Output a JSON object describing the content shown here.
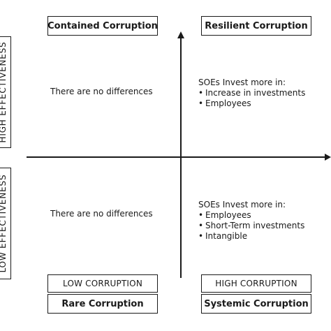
{
  "quadrants": {
    "top_left": {
      "title": "Contained Corruption",
      "text": "There are no differences"
    },
    "top_right": {
      "title": "Resilient Corruption",
      "heading": "SOEs Invest more in:",
      "items": [
        "Increase in investments",
        "Employees"
      ]
    },
    "bottom_left": {
      "level": "LOW CORRUPTION",
      "title": "Rare Corruption",
      "text": "There are no differences"
    },
    "bottom_right": {
      "level": "HIGH CORRUPTION",
      "title": "Systemic Corruption",
      "heading": "SOEs Invest more in:",
      "items": [
        "Employees",
        "Short-Term investments",
        "Intangible"
      ]
    }
  },
  "y_axis": {
    "high_label": "HIGH EFFECTIVENESS",
    "low_label": "LOW EFFECTIVENESS"
  },
  "colors": {
    "line": "#1a1a1a",
    "background": "#ffffff"
  }
}
